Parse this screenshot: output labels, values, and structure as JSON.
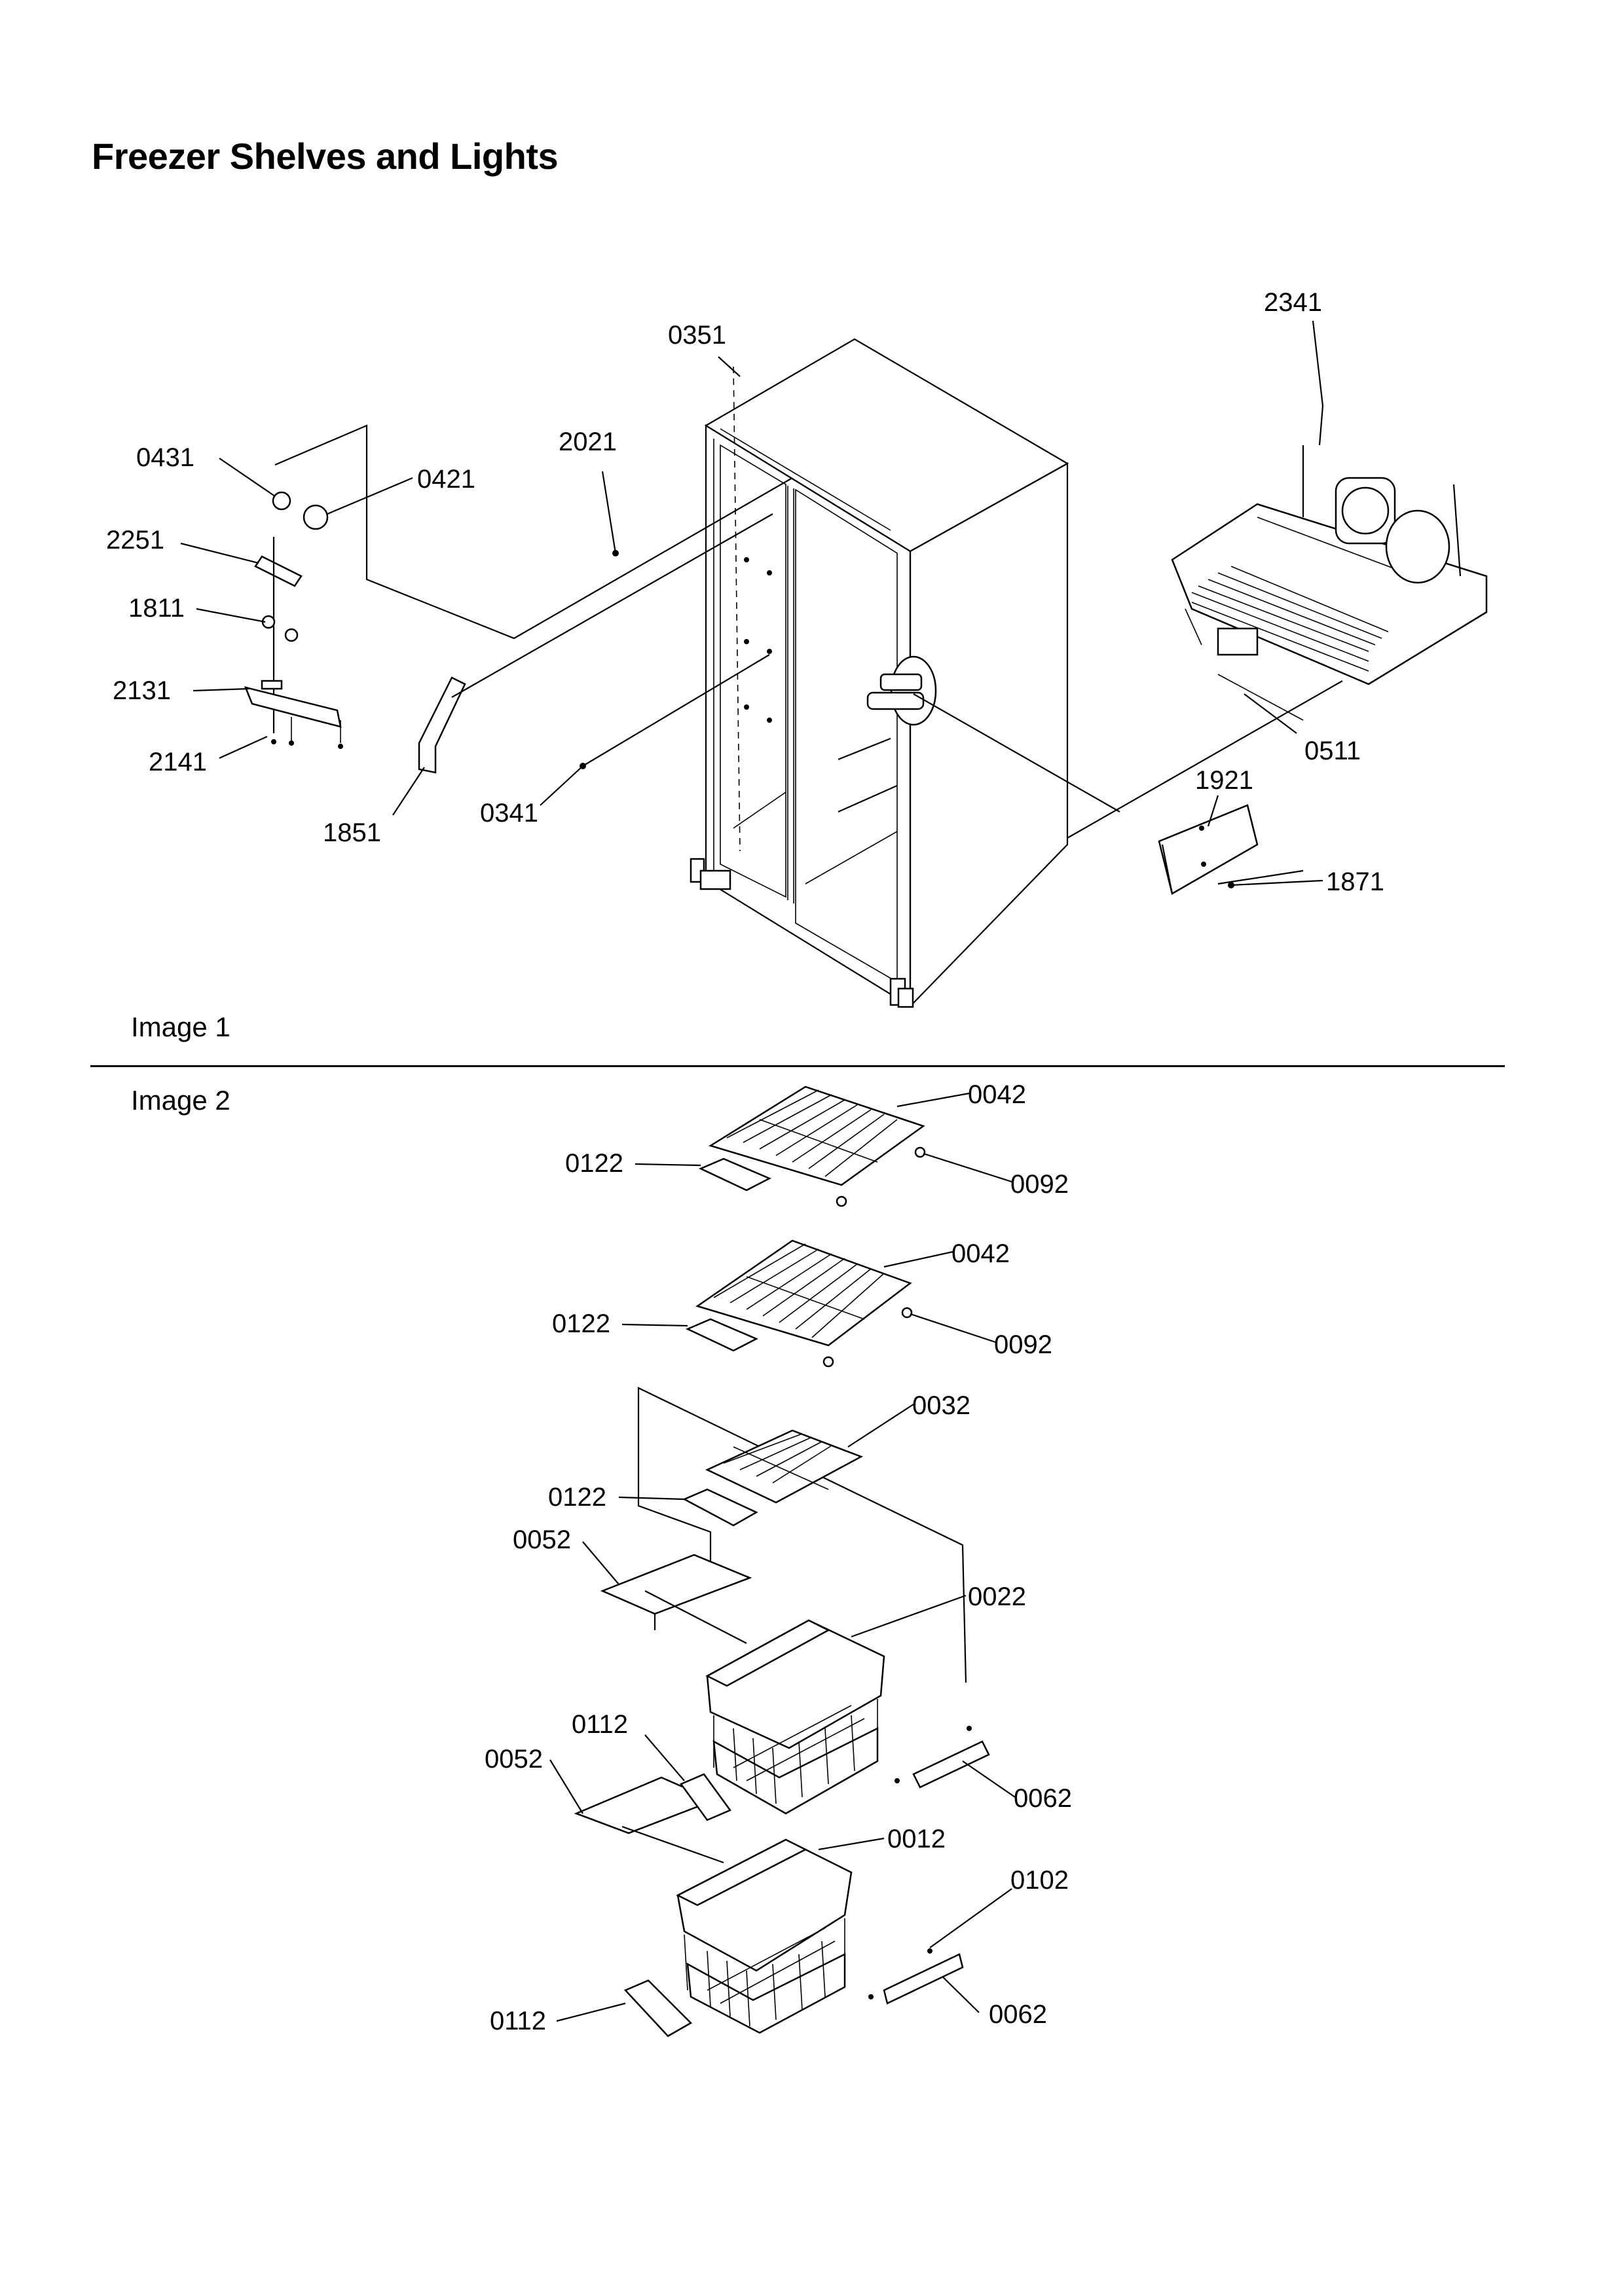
{
  "title": "Freezer Shelves and Lights",
  "sections": [
    {
      "label": "Image 1"
    },
    {
      "label": "Image 2"
    }
  ],
  "callouts_image1": [
    "2341",
    "0351",
    "2021",
    "0431",
    "0421",
    "2251",
    "1811",
    "2131",
    "2141",
    "1851",
    "0341",
    "1921",
    "0511",
    "1871"
  ],
  "callouts_image2": [
    "0042",
    "0122",
    "0092",
    "0042",
    "0122",
    "0092",
    "0032",
    "0122",
    "0052",
    "0022",
    "0112",
    "0052",
    "0062",
    "0012",
    "0102",
    "0112",
    "0062"
  ]
}
